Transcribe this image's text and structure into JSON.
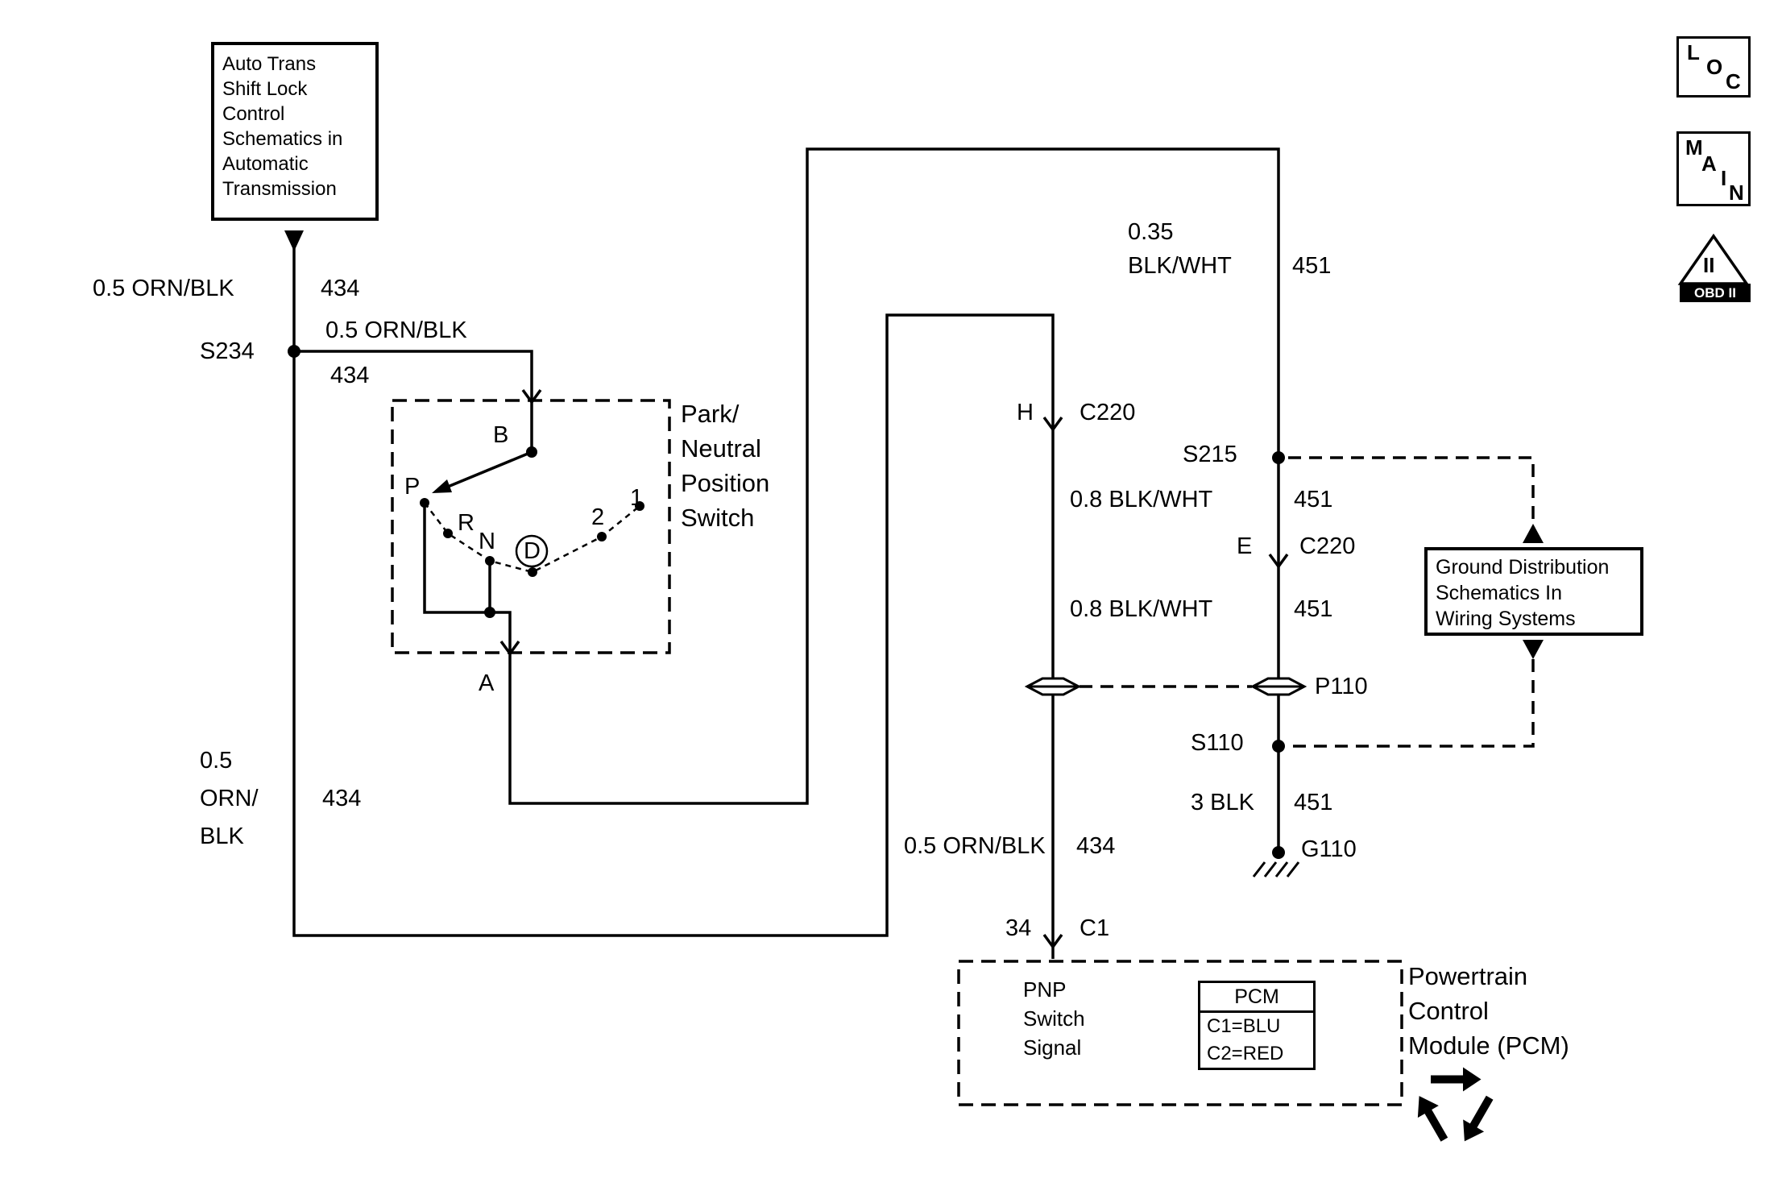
{
  "references": {
    "auto_trans": [
      "Auto Trans",
      "Shift Lock",
      "Control",
      "Schematics in",
      "Automatic",
      "Transmission"
    ],
    "ground_distribution": [
      "Ground Distribution",
      "Schematics In",
      "Wiring Systems"
    ]
  },
  "corner_tabs": {
    "loc": [
      "L",
      "O",
      "C"
    ],
    "main": [
      "M",
      "A",
      "I",
      "N"
    ],
    "obd": {
      "triangle": "II",
      "bar": "OBD II"
    }
  },
  "splices": {
    "s234": "S234",
    "s215": "S215",
    "s110": "S110"
  },
  "ground": {
    "g110": "G110"
  },
  "connectors": {
    "h": {
      "pin": "H",
      "id": "C220"
    },
    "e": {
      "pin": "E",
      "id": "C220"
    },
    "pcm_c1": {
      "pin": "34",
      "id": "C1"
    },
    "p110": "P110"
  },
  "pnp_switch": {
    "title": [
      "Park/",
      "Neutral",
      "Position",
      "Switch"
    ],
    "common": "B",
    "positions": [
      "P",
      "R",
      "N",
      "D",
      "2",
      "1"
    ],
    "terminal": "A"
  },
  "pcm": {
    "title": [
      "Powertrain",
      "Control",
      "Module (PCM)"
    ],
    "signal": [
      "PNP",
      "Switch",
      "Signal"
    ],
    "legend": {
      "header": "PCM",
      "rows": [
        "C1=BLU",
        "C2=RED"
      ]
    }
  },
  "wire_labels": {
    "shiftlock": {
      "spec": "0.5 ORN/BLK",
      "circuit": "434"
    },
    "branch": {
      "spec": "0.5 ORN/BLK",
      "circuit": "434"
    },
    "left_drop": {
      "spec": [
        "0.5",
        "ORN/",
        "BLK"
      ],
      "circuit": "434"
    },
    "pnp_signal": {
      "spec": "0.5 ORN/BLK",
      "circuit": "434"
    },
    "ground_top": {
      "spec": [
        "0.35",
        "BLK/WHT"
      ],
      "circuit": "451"
    },
    "ground_mid1": {
      "spec": "0.8 BLK/WHT",
      "circuit": "451"
    },
    "ground_mid2": {
      "spec": "0.8 BLK/WHT",
      "circuit": "451"
    },
    "ground_bottom": {
      "spec": "3 BLK",
      "circuit": "451"
    }
  },
  "colors": {
    "line": "#000000",
    "background": "#ffffff"
  }
}
